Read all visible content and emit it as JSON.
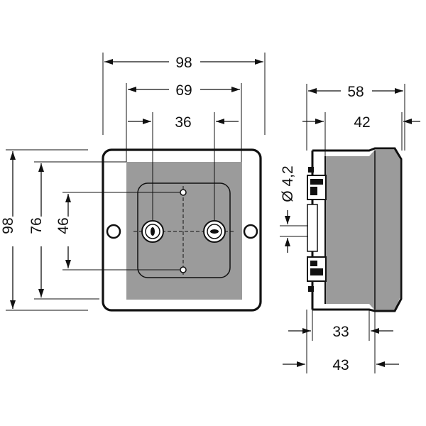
{
  "dimensions": {
    "front_width_outer": "98",
    "front_width_mid": "69",
    "front_width_inner": "36",
    "front_height_outer": "98",
    "front_height_mid": "76",
    "front_height_inner": "46",
    "side_depth_outer": "58",
    "side_depth_inner": "42",
    "bottom_depth_1": "33",
    "bottom_depth_2": "43",
    "hole_diameter": "Ø 4,2"
  },
  "colors": {
    "line": "#111111",
    "fill_gray": "#9b9b9b",
    "background": "#ffffff"
  }
}
